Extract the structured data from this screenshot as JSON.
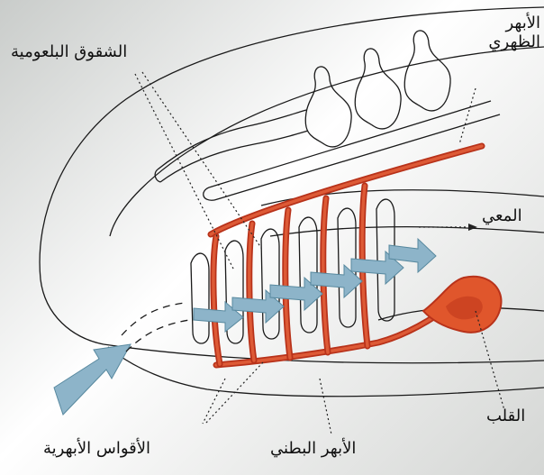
{
  "labels": {
    "pharyngeal_slits": "الشقوق البلعومية",
    "dorsal_aorta": "الأبهر الظهري",
    "intestine": "المعي",
    "heart": "القلب",
    "ventral_aorta": "الأبهر البطني",
    "aortic_arches": "الأقواس الأبهرية"
  },
  "colors": {
    "vessel": "#b8321a",
    "vessel_highlight": "#dd5a36",
    "heart": "#e0562c",
    "water_flow": "#8db4c9",
    "outline": "#1a1a1a"
  }
}
